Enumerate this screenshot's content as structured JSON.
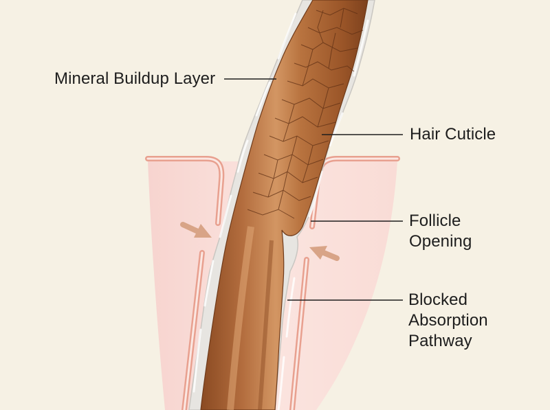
{
  "labels": {
    "mineral_buildup": "Mineral Buildup Layer",
    "hair_cuticle": "Hair Cuticle",
    "follicle_opening_line1": "Follicle",
    "follicle_opening_line2": "Opening",
    "blocked_line1": "Blocked",
    "blocked_line2": "Absorption",
    "blocked_line3": "Pathway"
  },
  "colors": {
    "background": "#f6f1e4",
    "skin": "#fbe3de",
    "follicle_wall": "#e8a08f",
    "hair_shaft": "#b06a3b",
    "hair_highlight": "#d39663",
    "mineral_buildup": "#e4e2de",
    "arrow": "#d8a487"
  }
}
